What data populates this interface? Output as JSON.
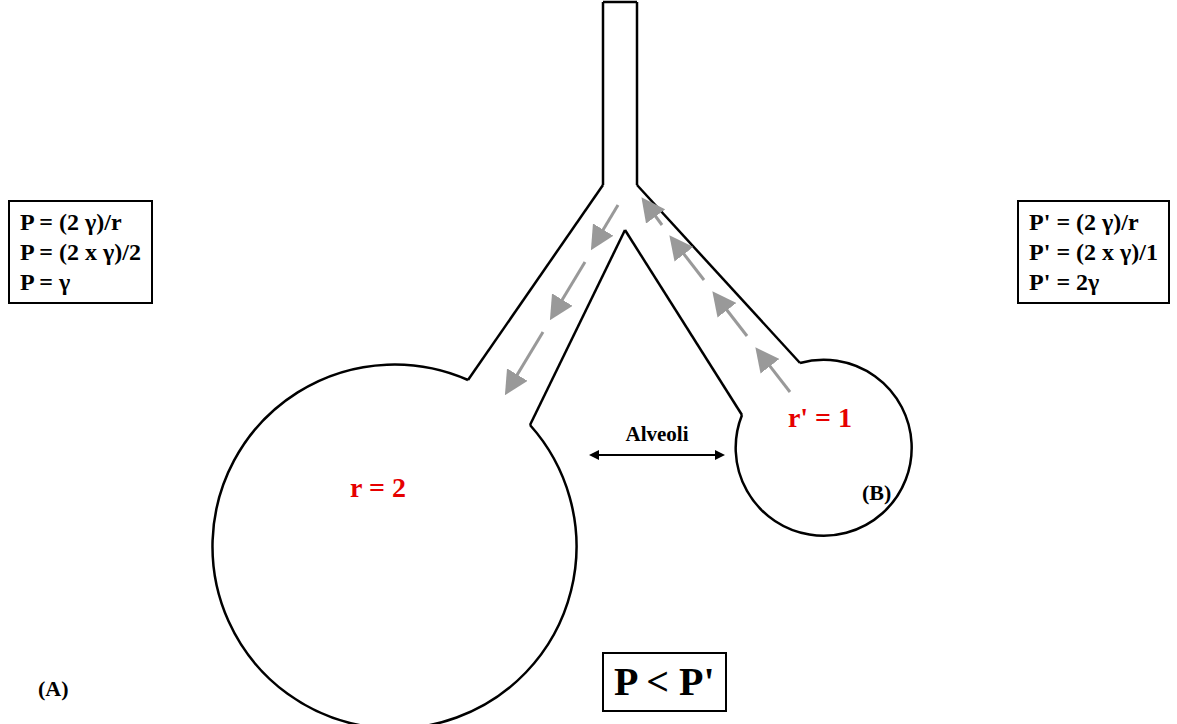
{
  "diagram": {
    "nodes": [
      {
        "text": [
          "P = (2 γ)/r",
          "P = (2 x γ)/2",
          "P = γ"
        ]
      },
      {
        "text": [
          "P' = (2 γ)/r",
          "P' = (2 x γ)/1",
          "P' = 2γ"
        ]
      },
      {
        "text": [
          "r = 2"
        ]
      },
      {
        "text": [
          "r' = 1"
        ]
      },
      {
        "text": [
          "P < P'"
        ]
      }
    ],
    "edges": [
      {
        "from": 2,
        "to": 3,
        "arrow": "both",
        "label": "Alveoli"
      }
    ],
    "labels": [
      "(A)",
      "(B)"
    ]
  }
}
